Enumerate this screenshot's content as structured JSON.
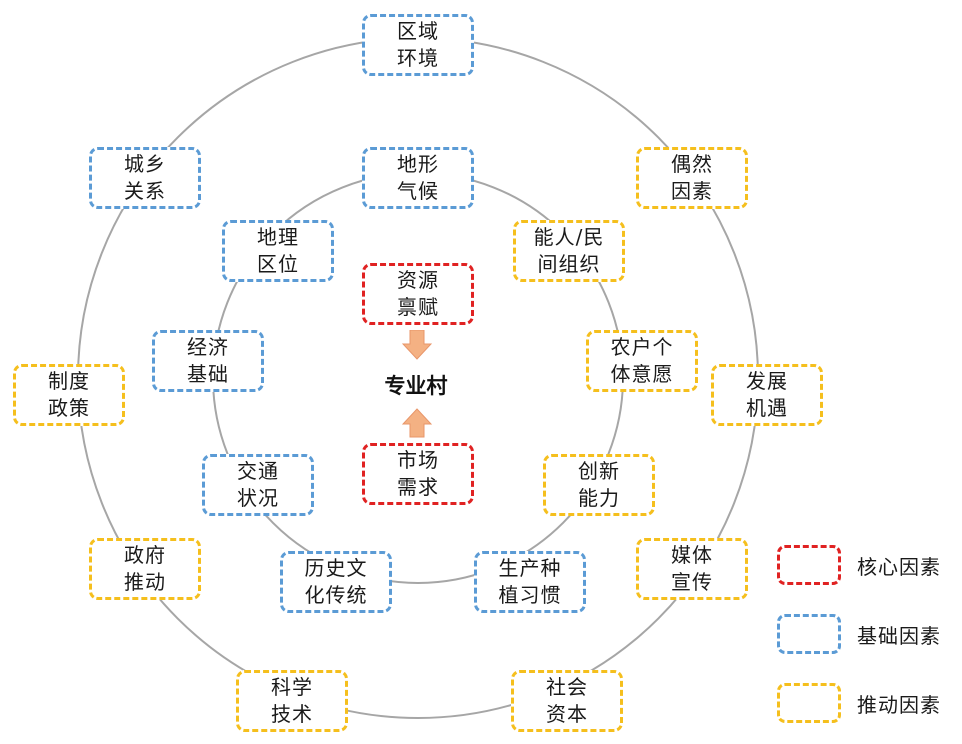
{
  "colors": {
    "core": "#e02222",
    "base": "#5b9bd5",
    "push": "#f5bf1d",
    "ring": "#a6a6a6",
    "arrow": "#f4b183"
  },
  "center": "专业村",
  "core_nodes": {
    "resource": "资源\n禀赋",
    "market": "市场\n需求"
  },
  "inner_ring": {
    "terrain": "地形\n气候",
    "capable": "能人/民\n间组织",
    "farmer_will": "农户个\n体意愿",
    "innovation": "创新\n能力",
    "production_habit": "生产种\n植习惯",
    "history_culture": "历史文\n化传统",
    "traffic": "交通\n状况",
    "economy": "经济\n基础",
    "geo_location": "地理\n区位"
  },
  "outer_ring": {
    "regional_env": "区域\n环境",
    "chance": "偶然\n因素",
    "dev_opportunity": "发展\n机遇",
    "media": "媒体\n宣传",
    "social_capital": "社会\n资本",
    "science_tech": "科学\n技术",
    "gov_promotion": "政府\n推动",
    "institution_policy": "制度\n政策",
    "urban_rural": "城乡\n关系"
  },
  "legend": {
    "core": "核心因素",
    "base": "基础因素",
    "push": "推动因素"
  }
}
